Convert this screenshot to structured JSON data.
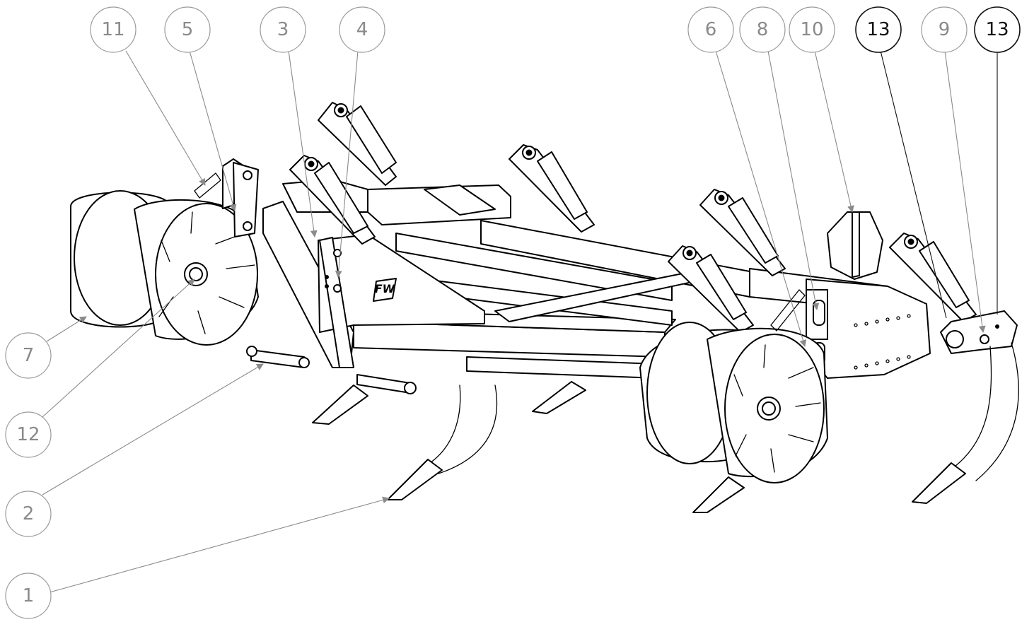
{
  "callouts": [
    {
      "id": "c11",
      "label": "11",
      "style": "light"
    },
    {
      "id": "c5",
      "label": "5",
      "style": "light"
    },
    {
      "id": "c3",
      "label": "3",
      "style": "light"
    },
    {
      "id": "c4",
      "label": "4",
      "style": "light"
    },
    {
      "id": "c6",
      "label": "6",
      "style": "light"
    },
    {
      "id": "c8",
      "label": "8",
      "style": "light"
    },
    {
      "id": "c10",
      "label": "10",
      "style": "light"
    },
    {
      "id": "c13a",
      "label": "13",
      "style": "dark"
    },
    {
      "id": "c9",
      "label": "9",
      "style": "light"
    },
    {
      "id": "c13b",
      "label": "13",
      "style": "dark"
    },
    {
      "id": "c7",
      "label": "7",
      "style": "light"
    },
    {
      "id": "c12",
      "label": "12",
      "style": "light"
    },
    {
      "id": "c2",
      "label": "2",
      "style": "light"
    },
    {
      "id": "c1",
      "label": "1",
      "style": "light"
    }
  ],
  "logo_text": "FW",
  "colors": {
    "line": "#000000",
    "callout_light": "#8a8a8a",
    "callout_dark": "#111111",
    "background": "#ffffff"
  }
}
